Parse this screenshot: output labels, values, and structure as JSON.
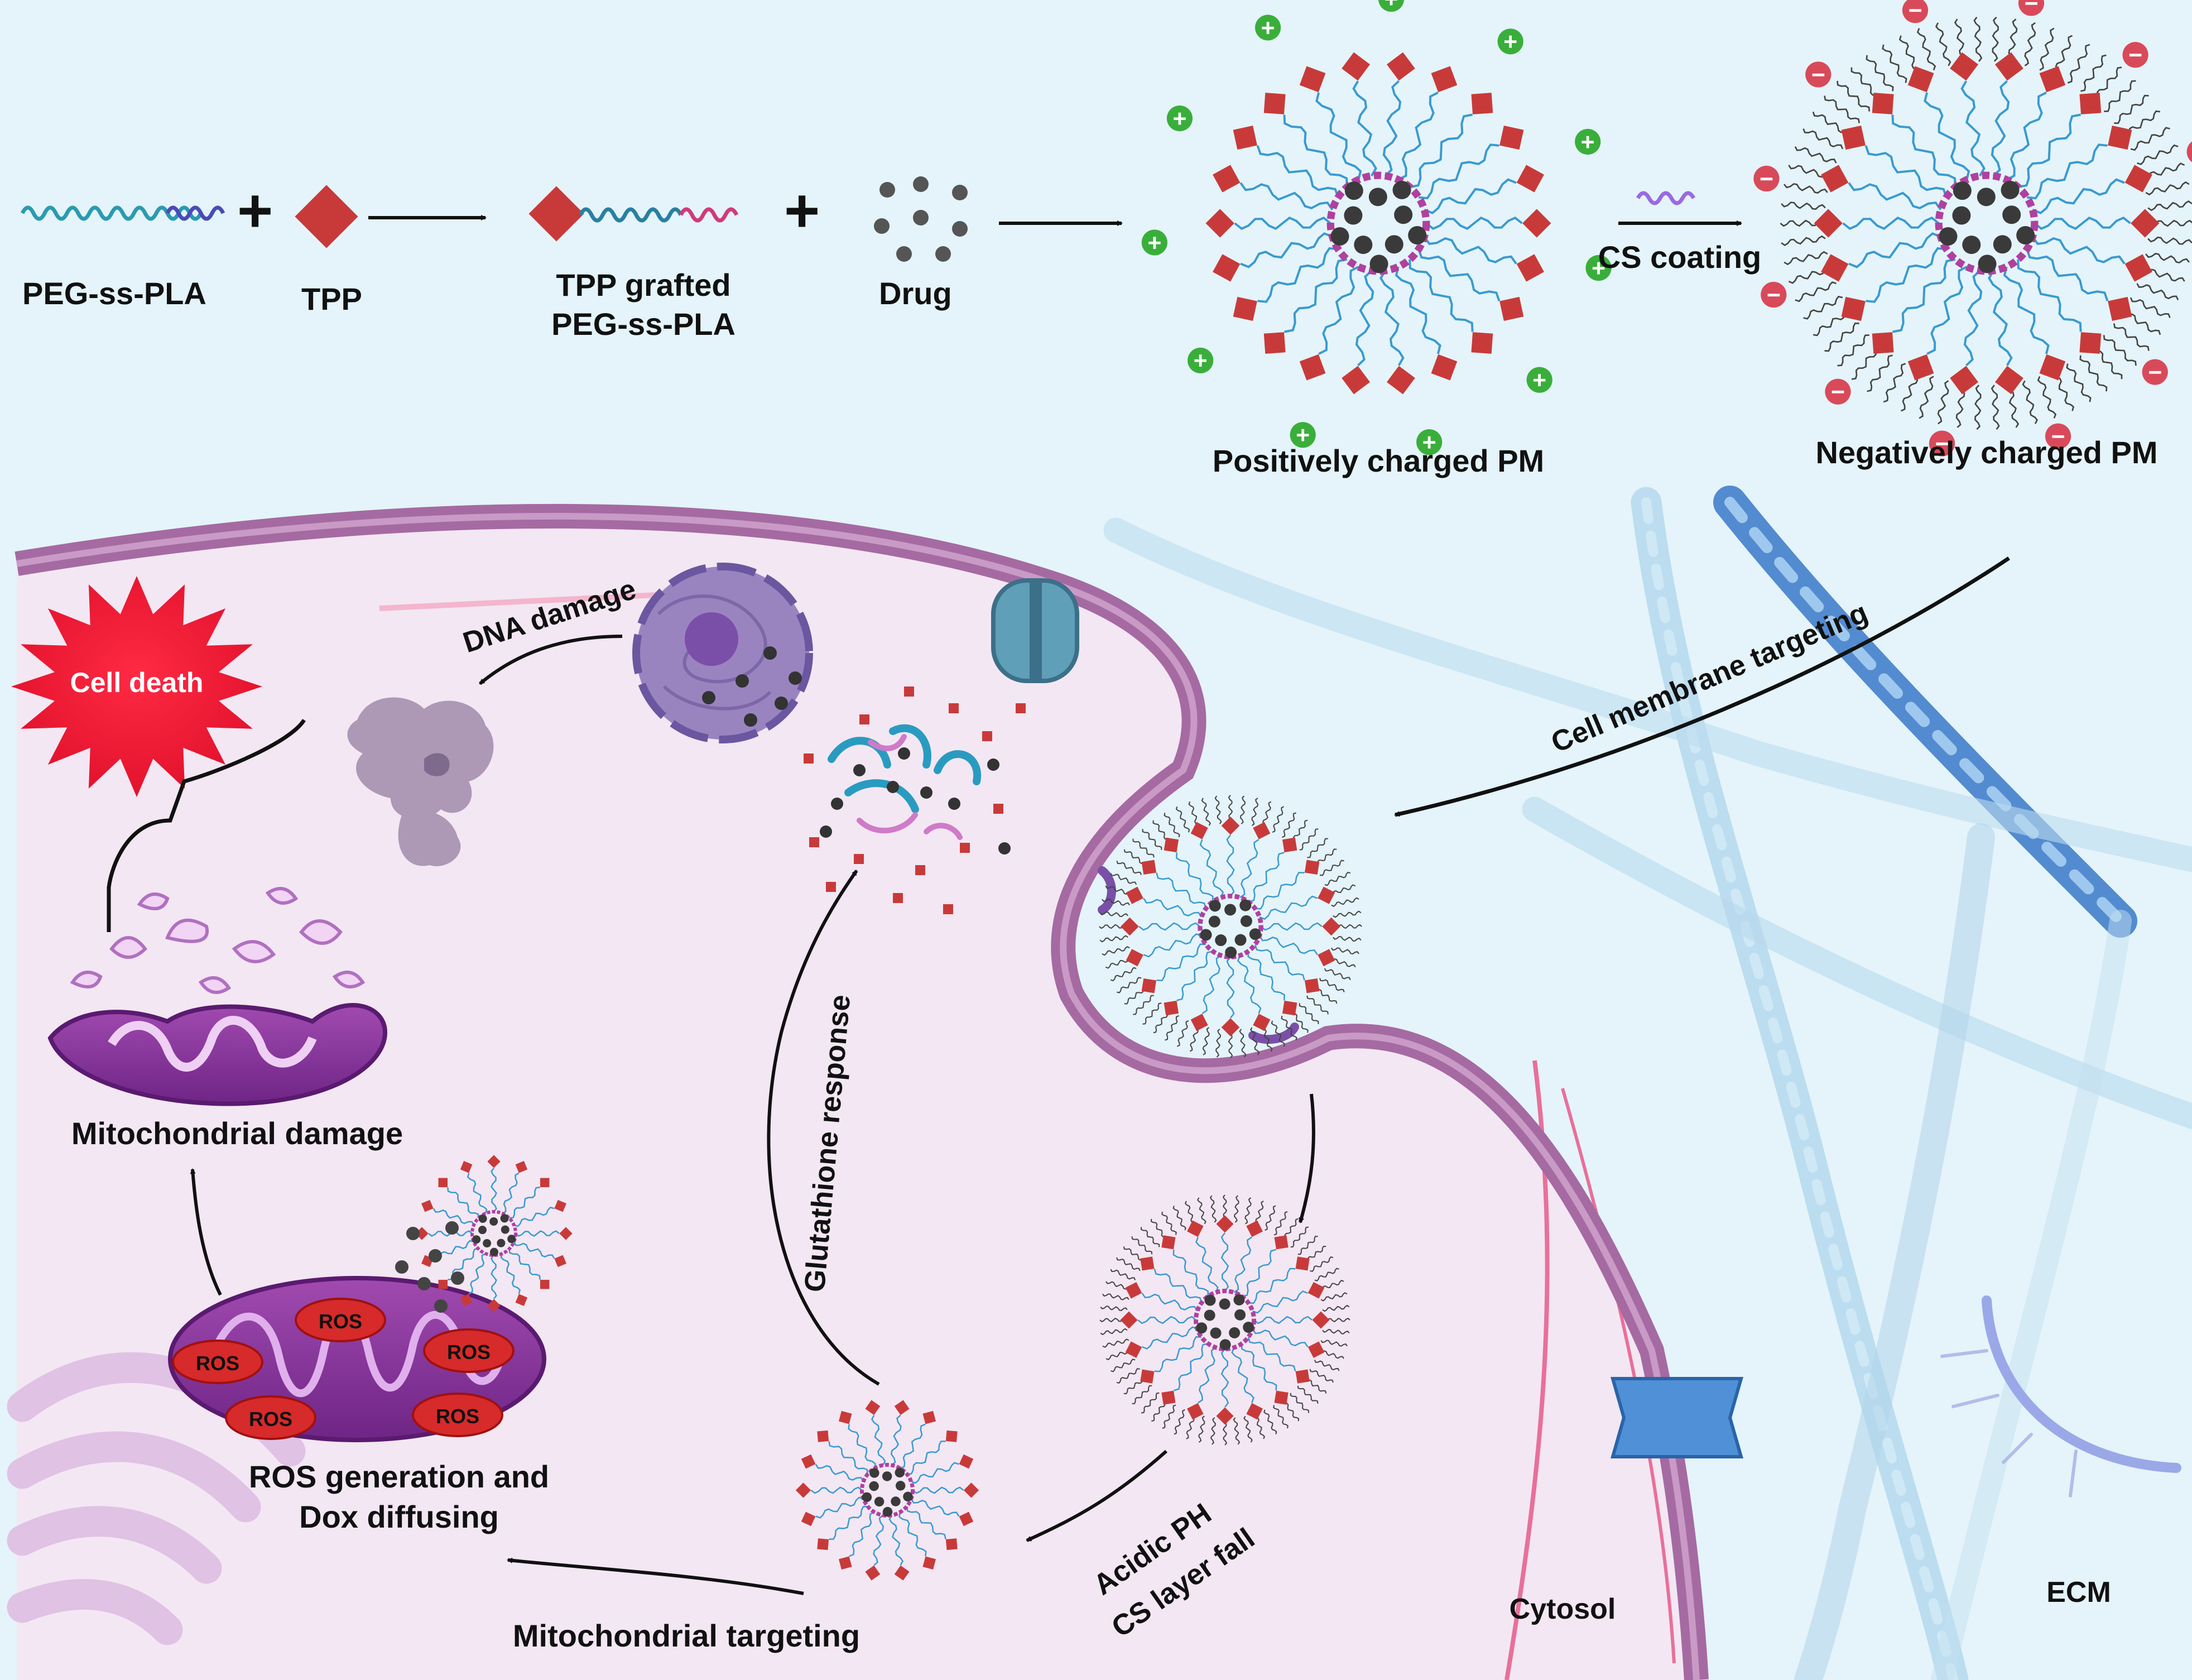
{
  "reaction": {
    "peg_label": "PEG-ss-PLA",
    "tpp_label": "TPP",
    "grafted_line1": "TPP grafted",
    "grafted_line2": "PEG-ss-PLA",
    "drug_label": "Drug",
    "plus_sign": "+",
    "coating_label": "CS coating",
    "positive_label": "Positively charged PM",
    "negative_label": "Negatively charged PM",
    "plus_charge": "+",
    "minus_charge": "−"
  },
  "cell": {
    "cell_death": "Cell death",
    "dna_damage": "DNA damage",
    "membrane_targeting": "Cell membrane targeting",
    "glutathione": "Glutathione response",
    "mito_damage": "Mitochondrial damage",
    "ros_line1": "ROS generation and",
    "ros_line2": "Dox diffusing",
    "ros_tag": "ROS",
    "mito_targeting": "Mitochondrial targeting",
    "acidic_line1": "Acidic PH",
    "acidic_line2": "CS layer fall",
    "cytosol": "Cytosol",
    "ecm": "ECM"
  },
  "colors": {
    "background_top": "#e4f4fa",
    "cytosol": "#f3e7f3",
    "membrane": "#a56aa2",
    "tpp": "#c83a3a",
    "peg": "#3a9ad0",
    "positive": "#3aae3a",
    "negative": "#d84a5a",
    "cell_death": "#ee1b36"
  }
}
